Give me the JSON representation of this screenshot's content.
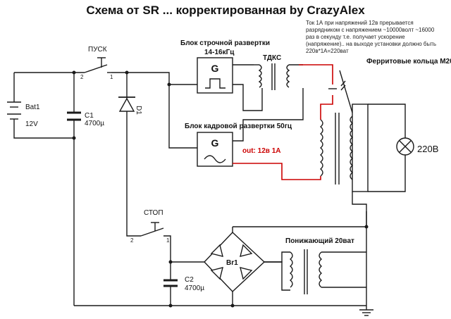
{
  "title": "Схема от SR ... корректированная by CrazyAlex",
  "note_lines": [
    "Ток 1А при напряжений 12в прерывается",
    "разрядником с напряжением ~10000волт ~16000",
    "раз в секунду  т.е. получает ускорение",
    "(напряжение).. на выходе установки должно быть",
    "220в*1А=220ват"
  ],
  "labels": {
    "start_switch": "ПУСК",
    "stop_switch": "СТОП",
    "battery_name": "Bat1",
    "battery_voltage": "12V",
    "c1_name": "C1",
    "c1_value": "4700µ",
    "c2_name": "C2",
    "c2_value": "4700µ",
    "diode": "D1",
    "horiz_block_title": "Блок строчной развертки",
    "horiz_block_freq": "14-16кГц",
    "tdks": "ТДКС",
    "frame_block": "Блок кадровой развертки 50гц",
    "generator_g1": "G",
    "generator_g2": "G",
    "ferrite": "Ферритовые кольца М2000",
    "out_label": "out: 12в 1А",
    "lamp_voltage": "220В",
    "bridge": "Br1",
    "stepdown": "Понижающий 20ват",
    "pin1_start": "1",
    "pin2_start": "2",
    "pin1_stop": "1",
    "pin2_stop": "2"
  },
  "colors": {
    "wire": "#1a1a1a",
    "output_wire": "#cc0000",
    "out_label": "#cc0000"
  }
}
